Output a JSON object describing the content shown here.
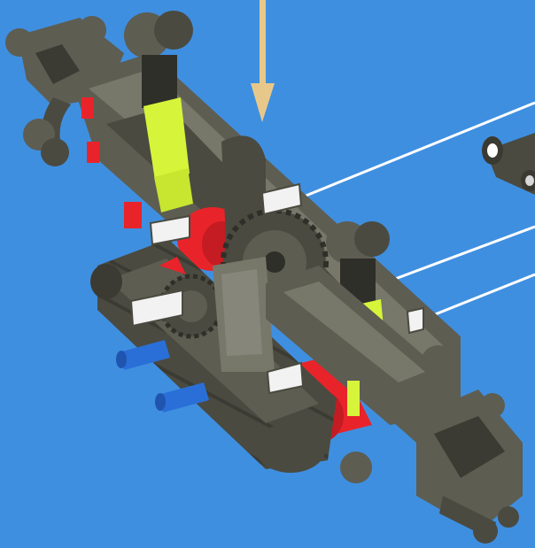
{
  "scene": {
    "kind": "lego-technic-building-instruction-step",
    "colors": {
      "background": "#3f8fe0",
      "frame_dark": "#4a4a40",
      "frame_mid": "#5d5d52",
      "frame_light": "#77776a",
      "red_part": "#e8242a",
      "yellow_part": "#d6f53a",
      "blue_pin": "#2a6fd8",
      "arrow": "#e8c88a",
      "callout_line": "#ffffff",
      "axle_white": "#f2f2f2"
    },
    "callouts": {
      "count": 3,
      "icon": "callout-pointer-line"
    },
    "insert_arrow": {
      "icon": "down-arrow-icon",
      "direction": "down"
    },
    "loose_part": {
      "icon": "technic-axle-joiner-icon"
    }
  }
}
